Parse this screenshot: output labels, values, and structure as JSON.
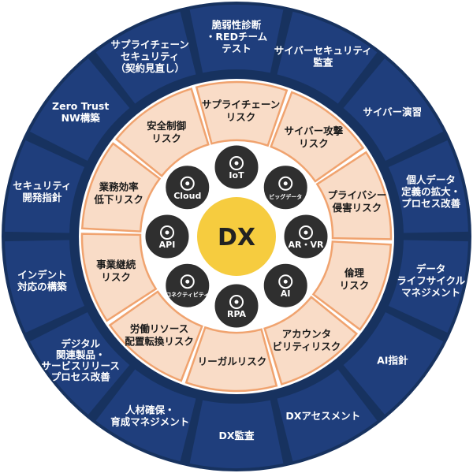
{
  "center": {
    "label": "DX"
  },
  "colors": {
    "outer_fill": "#1f3e7c",
    "outer_ring": "#17325f",
    "mid_fill": "#f9dcc7",
    "mid_stroke": "#f0a36f",
    "icon_fill": "#2f2f2f",
    "center_fill": "#f6cc3f"
  },
  "outer_ring": [
    {
      "lines": [
        "脆弱性診断",
        "・REDチーム",
        "テスト"
      ]
    },
    {
      "lines": [
        "サイバーセキュリティ",
        "監査"
      ]
    },
    {
      "lines": [
        "サイバー演習"
      ]
    },
    {
      "lines": [
        "個人データ",
        "定義の拡大・",
        "プロセス改善"
      ]
    },
    {
      "lines": [
        "データ",
        "ライフサイクル",
        "マネジメント"
      ]
    },
    {
      "lines": [
        "AI指針"
      ]
    },
    {
      "lines": [
        "DXアセスメント"
      ]
    },
    {
      "lines": [
        "DX監査"
      ]
    },
    {
      "lines": [
        "人材確保・",
        "育成マネジメント"
      ]
    },
    {
      "lines": [
        "デジタル",
        "関連製品・",
        "サービスリリース",
        "プロセス改善"
      ]
    },
    {
      "lines": [
        "インデント",
        "対応の構築"
      ]
    },
    {
      "lines": [
        "セキュリティ",
        "開発指針"
      ]
    },
    {
      "lines": [
        "Zero Trust",
        "NW構築"
      ]
    },
    {
      "lines": [
        "サプライチェーン",
        "セキュリティ",
        "（契約見直し）"
      ]
    }
  ],
  "middle_ring": [
    {
      "lines": [
        "サプライチェーン",
        "リスク"
      ]
    },
    {
      "lines": [
        "サイバー攻撃",
        "リスク"
      ]
    },
    {
      "lines": [
        "プライバシー",
        "侵害リスク"
      ]
    },
    {
      "lines": [
        "倫理",
        "リスク"
      ]
    },
    {
      "lines": [
        "アカウンタ",
        "ビリティリスク"
      ]
    },
    {
      "lines": [
        "リーガルリスク"
      ]
    },
    {
      "lines": [
        "労働リソース",
        "配置転換リスク"
      ]
    },
    {
      "lines": [
        "事業継続",
        "リスク"
      ]
    },
    {
      "lines": [
        "業務効率",
        "低下リスク"
      ]
    },
    {
      "lines": [
        "安全制御",
        "リスク"
      ]
    }
  ],
  "icons": [
    {
      "name": "iot-icon",
      "label": "IoT"
    },
    {
      "name": "big-data-icon",
      "label": "ビッグデータ"
    },
    {
      "name": "ar-vr-icon",
      "label": "AR・VR"
    },
    {
      "name": "ai-icon",
      "label": "AI"
    },
    {
      "name": "rpa-icon",
      "label": "RPA"
    },
    {
      "name": "connectivity-icon",
      "label": "コネクティビティ"
    },
    {
      "name": "api-icon",
      "label": "API"
    },
    {
      "name": "cloud-icon",
      "label": "Cloud"
    }
  ]
}
